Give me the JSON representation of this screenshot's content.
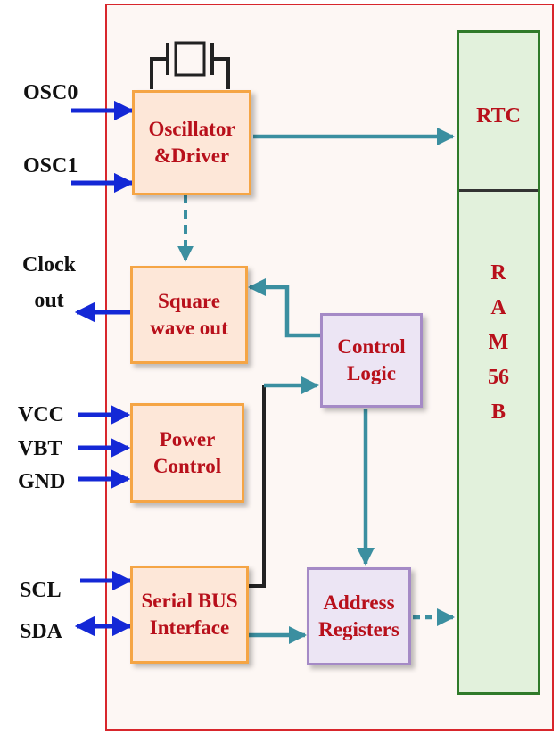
{
  "blocks": {
    "oscillator": [
      "Oscillator",
      "&Driver"
    ],
    "square_wave": [
      "Square",
      "wave out"
    ],
    "power_control": [
      "Power",
      "Control"
    ],
    "serial_bus": [
      "Serial BUS",
      "Interface"
    ],
    "control_logic": [
      "Control",
      "Logic"
    ],
    "address_registers": [
      "Address",
      "Registers"
    ]
  },
  "memory": {
    "rtc": "RTC",
    "ram": [
      "R",
      "A",
      "M",
      "56",
      "B"
    ]
  },
  "pins": {
    "osc0": "OSC0",
    "osc1": "OSC1",
    "clock_out": [
      "Clock",
      "out"
    ],
    "vcc": "VCC",
    "vbt": "VBT",
    "gnd": "GND",
    "scl": "SCL",
    "sda": "SDA"
  },
  "colors": {
    "chip_border": "#d8262c",
    "block_fill_orange": "#fde7d8",
    "block_border_orange": "#f5a545",
    "block_fill_purple": "#ece5f4",
    "block_border_purple": "#a58ac6",
    "memory_fill": "#e2f1dc",
    "memory_border": "#2f7a2a",
    "label_red": "#b8101b",
    "pin_arrow_blue": "#1428d6",
    "internal_arrow_teal": "#3b8fa0"
  }
}
